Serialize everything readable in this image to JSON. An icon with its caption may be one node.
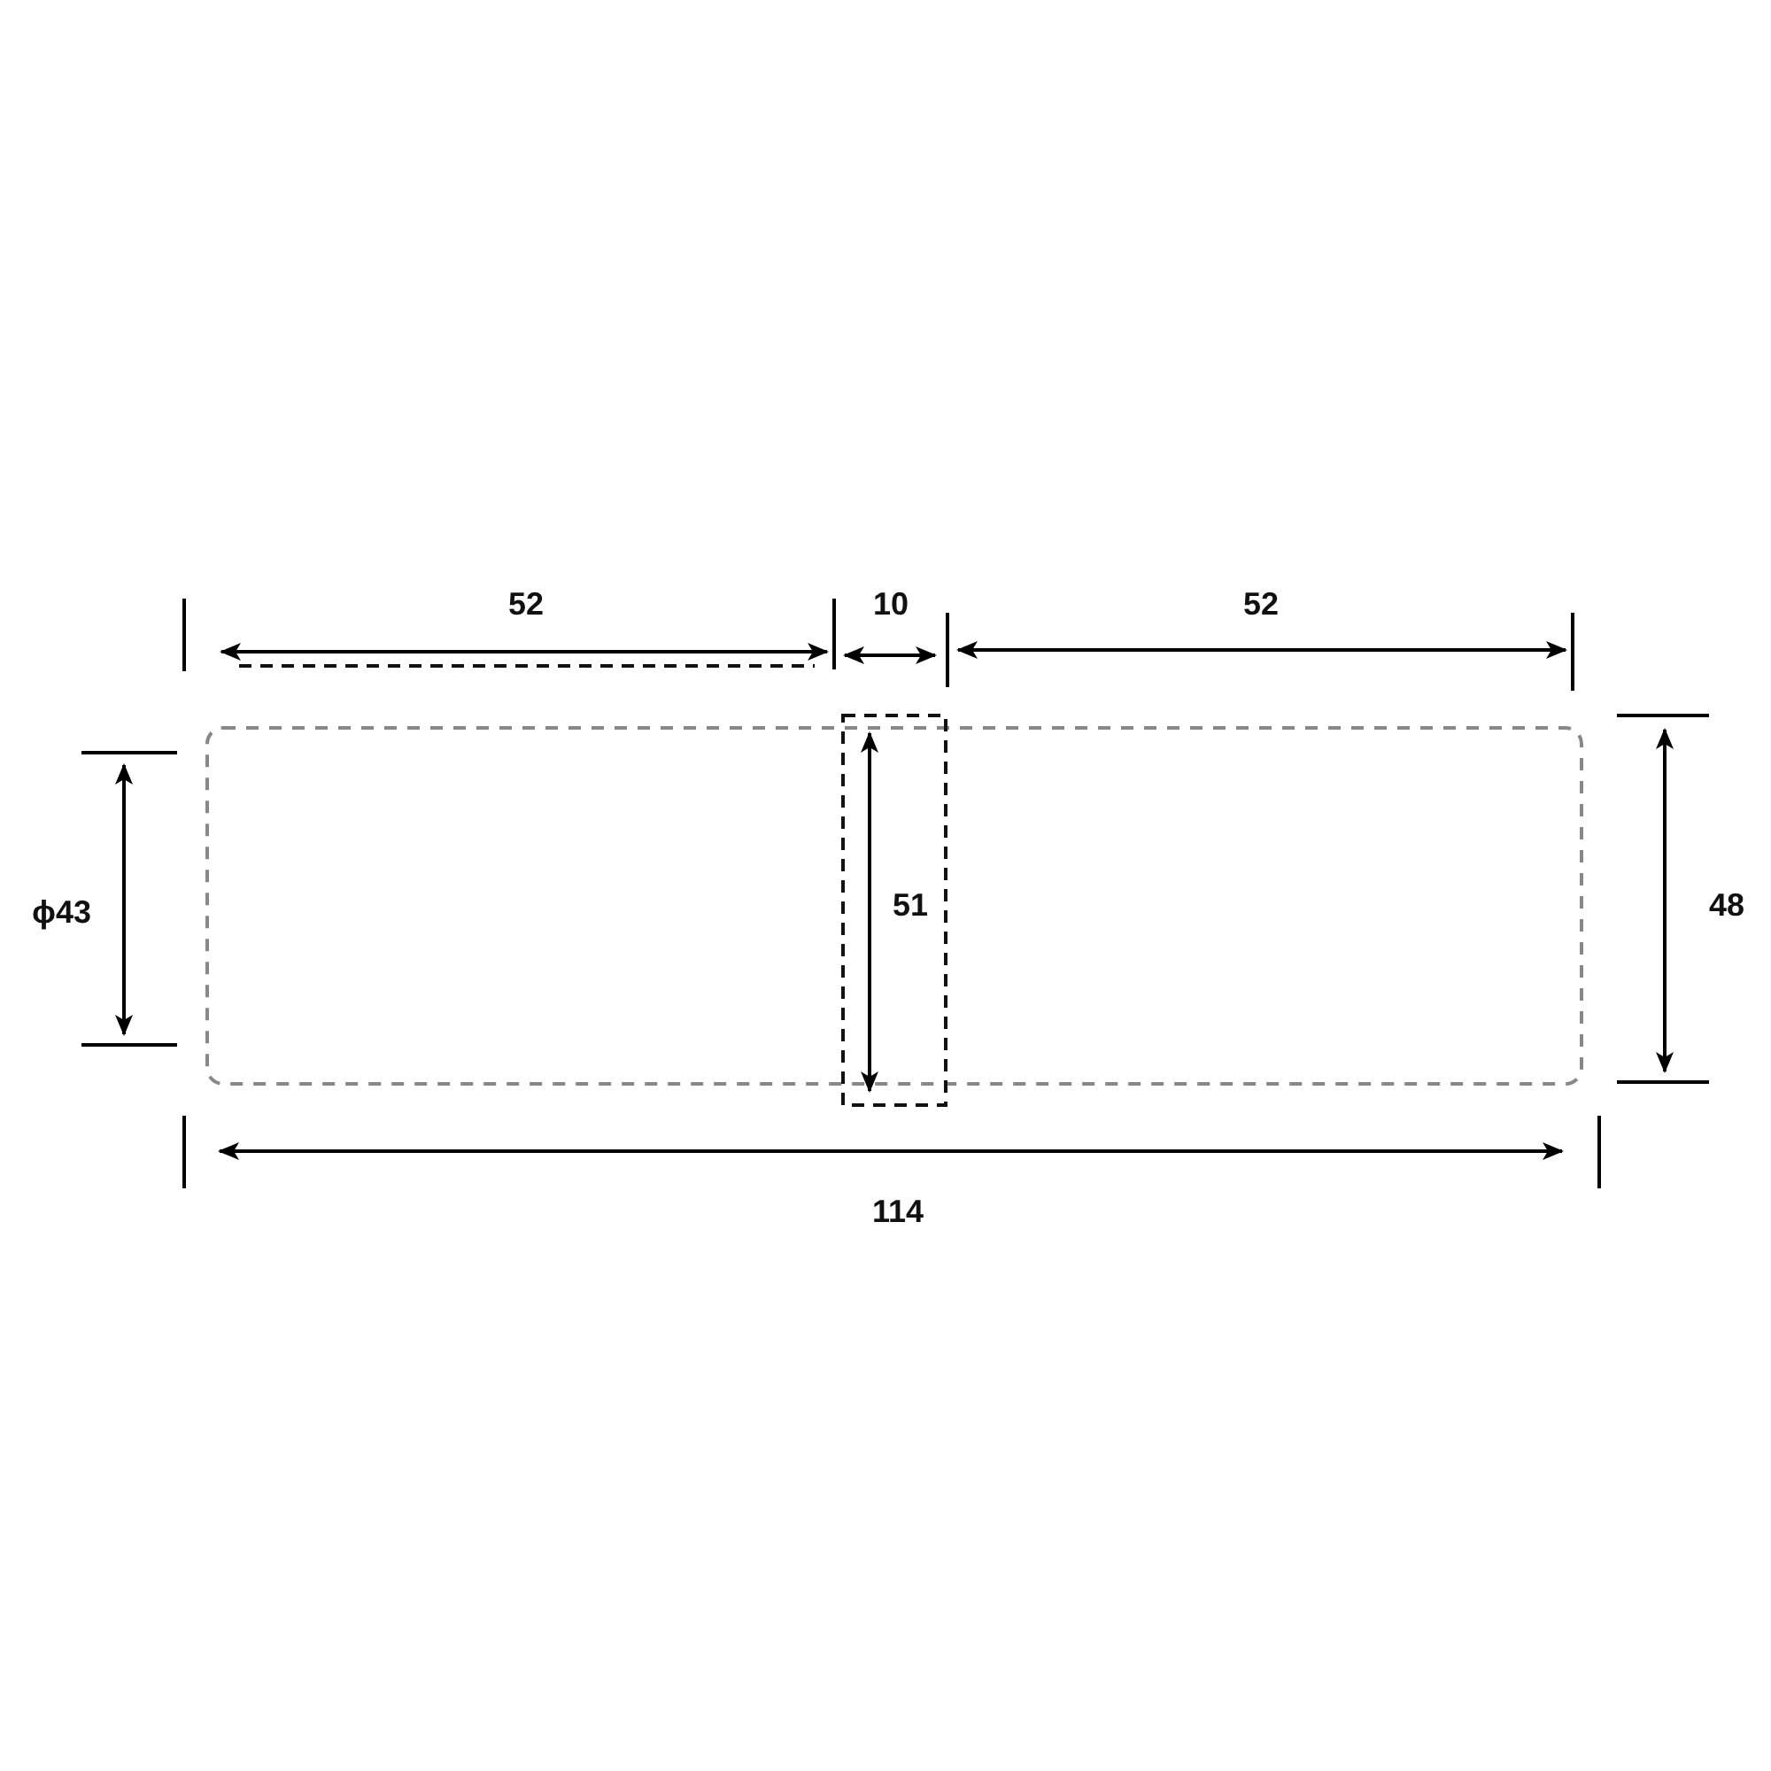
{
  "diagram": {
    "labels": [
      "52",
      "10",
      "52",
      "ϕ43",
      "51",
      "48",
      "114"
    ]
  }
}
